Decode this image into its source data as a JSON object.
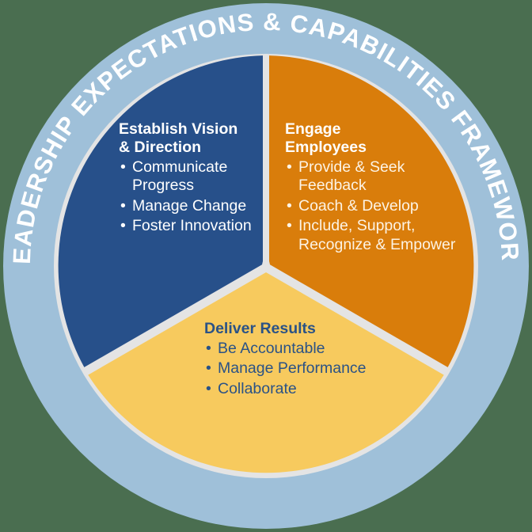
{
  "ring": {
    "curved_title": "LEADERSHIP EXPECTATIONS & CAPABILITIES FRAMEWORK",
    "color": "#9fc0d9",
    "text_color": "#ffffff"
  },
  "background_color": "#4a6e50",
  "divider_color": "#e4e4e4",
  "segments": [
    {
      "id": "vision",
      "title": "Establish Vision\n& Direction",
      "color": "#27508a",
      "text_color": "#ffffff",
      "bullet": "•",
      "items": [
        "Communicate Progress",
        "Manage Change",
        "Foster Innovation"
      ]
    },
    {
      "id": "engage",
      "title": "Engage\nEmployees",
      "color": "#d97d0b",
      "text_color": "#fdf3e4",
      "bullet": "•",
      "items": [
        "Provide & Seek Feedback",
        "Coach & Develop",
        "Include, Support, Recognize & Empower"
      ]
    },
    {
      "id": "results",
      "title": "Deliver Results",
      "color": "#f7ca5e",
      "text_color": "#2a5286",
      "bullet": "•",
      "items": [
        "Be Accountable",
        "Manage Performance",
        "Collaborate"
      ]
    }
  ]
}
